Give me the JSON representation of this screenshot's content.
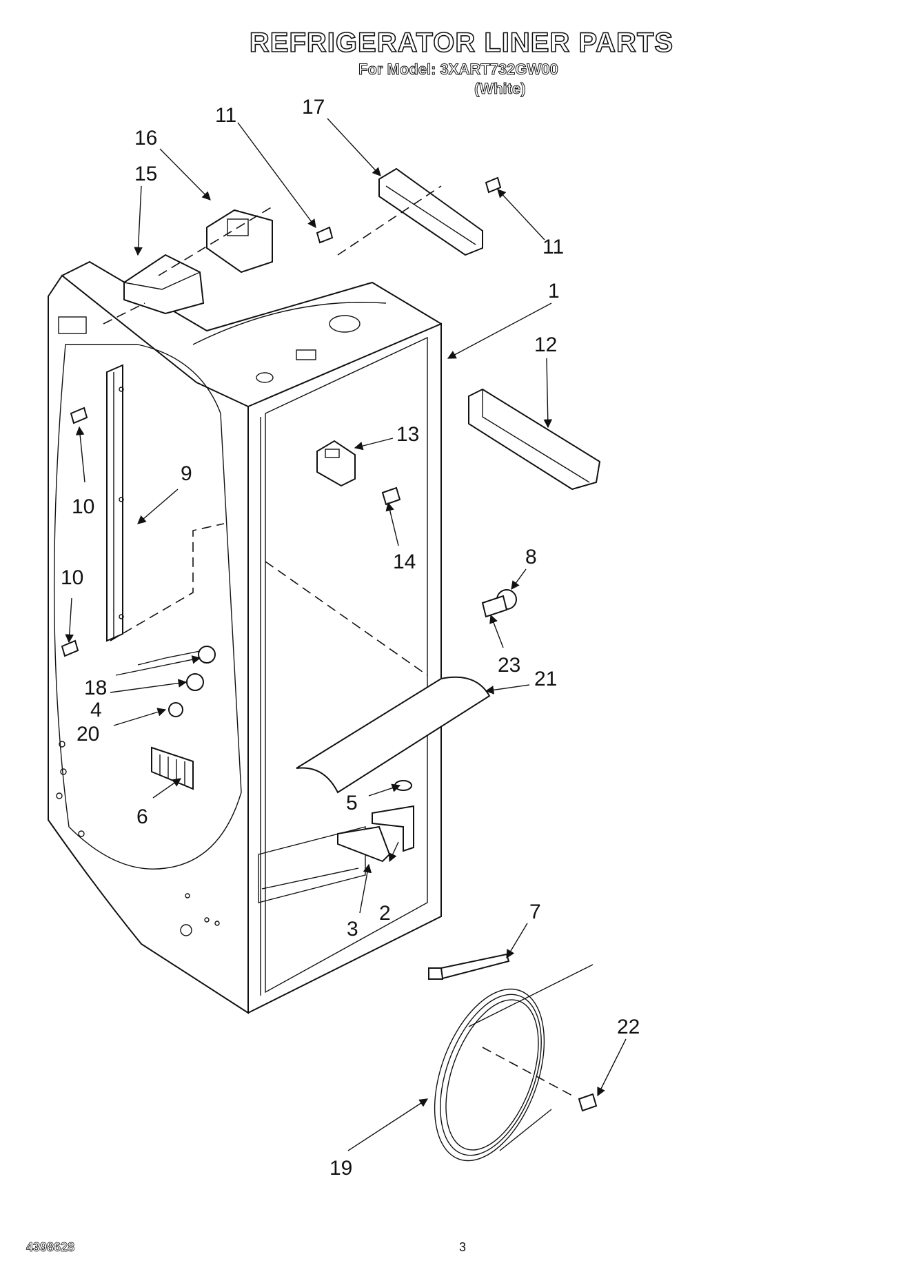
{
  "header": {
    "title": "REFRIGERATOR LINER PARTS",
    "subtitle": "For Model: 3XART732GW00",
    "variant": "(White)"
  },
  "footer": {
    "doc_number": "4398628",
    "page": "3"
  },
  "callouts": [
    {
      "id": "c1",
      "label": "1"
    },
    {
      "id": "c2",
      "label": "2"
    },
    {
      "id": "c3",
      "label": "3"
    },
    {
      "id": "c4",
      "label": "4"
    },
    {
      "id": "c5",
      "label": "5"
    },
    {
      "id": "c6",
      "label": "6"
    },
    {
      "id": "c7",
      "label": "7"
    },
    {
      "id": "c8",
      "label": "8"
    },
    {
      "id": "c9",
      "label": "9"
    },
    {
      "id": "c10a",
      "label": "10"
    },
    {
      "id": "c10b",
      "label": "10"
    },
    {
      "id": "c11a",
      "label": "11"
    },
    {
      "id": "c11b",
      "label": "11"
    },
    {
      "id": "c12",
      "label": "12"
    },
    {
      "id": "c13",
      "label": "13"
    },
    {
      "id": "c14",
      "label": "14"
    },
    {
      "id": "c15",
      "label": "15"
    },
    {
      "id": "c16",
      "label": "16"
    },
    {
      "id": "c17",
      "label": "17"
    },
    {
      "id": "c18",
      "label": "18"
    },
    {
      "id": "c19",
      "label": "19"
    },
    {
      "id": "c20",
      "label": "20"
    },
    {
      "id": "c21",
      "label": "21"
    },
    {
      "id": "c22",
      "label": "22"
    },
    {
      "id": "c23",
      "label": "23"
    }
  ]
}
